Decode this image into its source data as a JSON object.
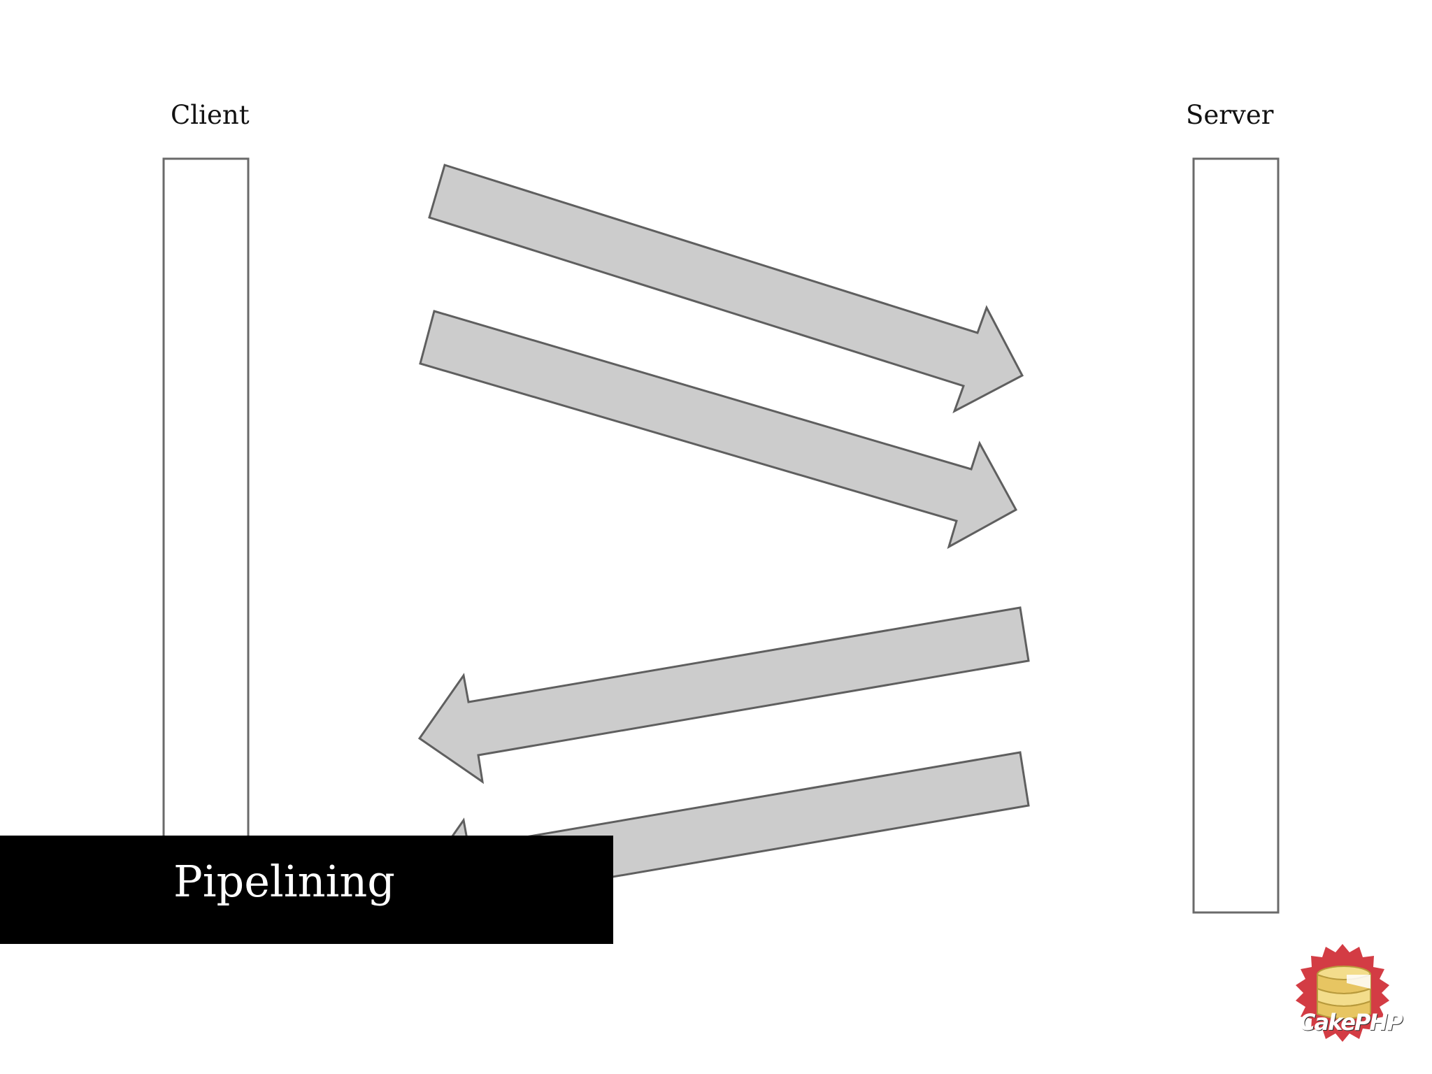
{
  "actors": {
    "client_label": "Client",
    "server_label": "Server"
  },
  "messages": [
    {
      "from": "client",
      "to": "server"
    },
    {
      "from": "client",
      "to": "server"
    },
    {
      "from": "server",
      "to": "client"
    },
    {
      "from": "server",
      "to": "client"
    }
  ],
  "caption": "Pipelining",
  "logo": {
    "text": "CakePHP"
  },
  "colors": {
    "arrow_fill": "#cccccc",
    "arrow_stroke": "#5f5f5f",
    "lifeline_stroke": "#6a6a6a",
    "caption_background": "#000000",
    "caption_text": "#ffffff",
    "logo_red": "#d33c44"
  }
}
